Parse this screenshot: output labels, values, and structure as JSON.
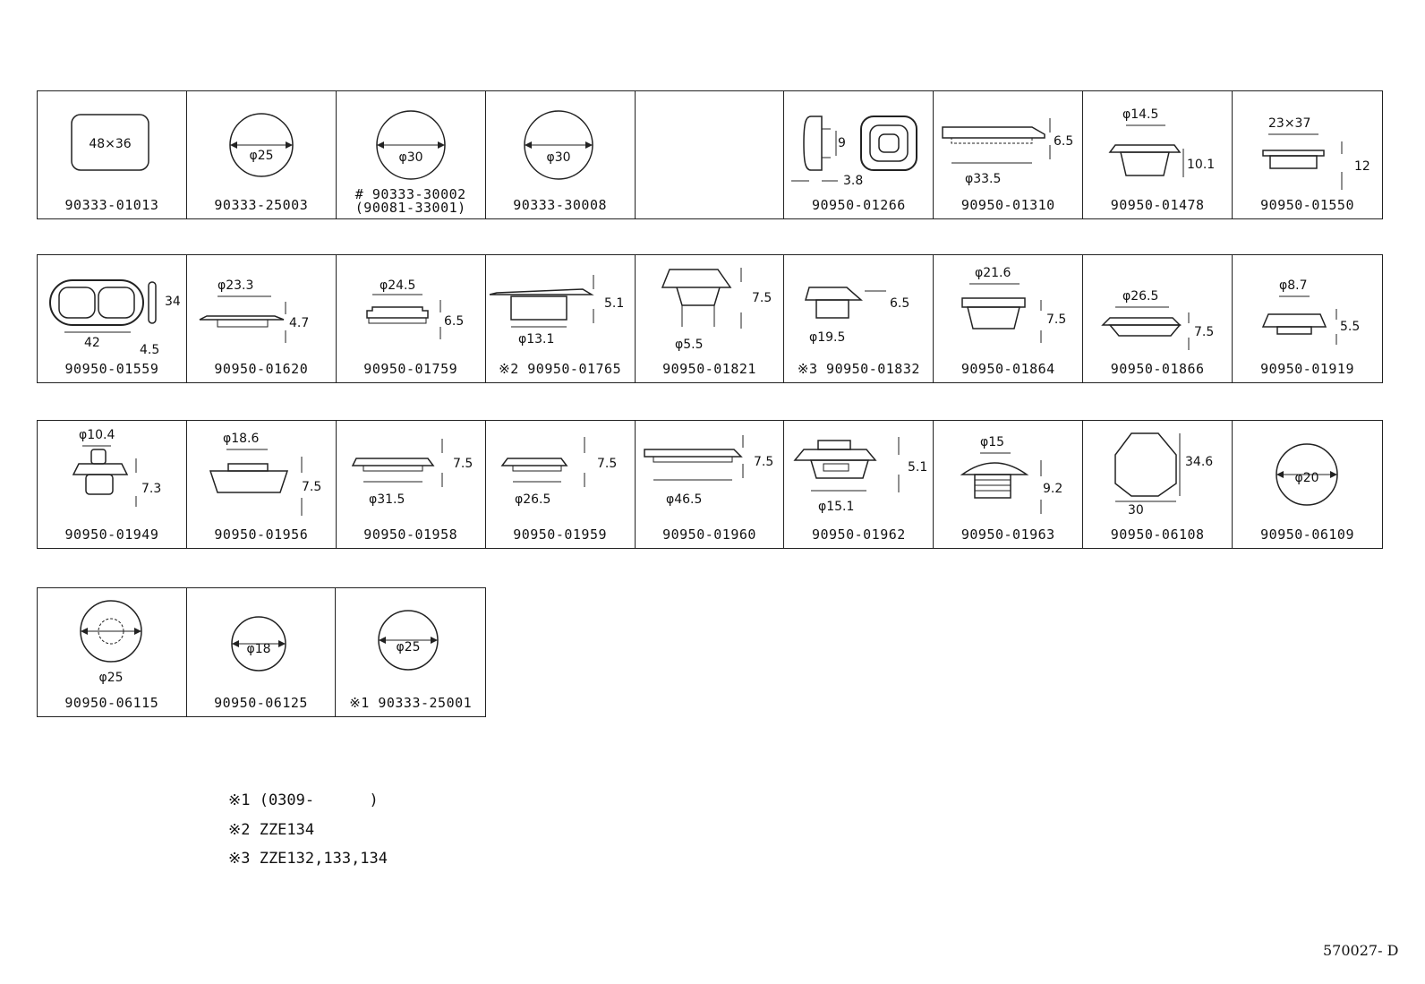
{
  "rows": [
    {
      "cells": [
        {
          "part": "90333-01013",
          "dims": [
            "48×36"
          ]
        },
        {
          "part": "90333-25003",
          "dims": [
            "φ25"
          ]
        },
        {
          "part": "# 90333-30002",
          "part2": "(90081-33001)",
          "dims": [
            "φ30"
          ]
        },
        {
          "part": "90333-30008",
          "dims": [
            "φ30"
          ]
        },
        {
          "part": "",
          "dims": []
        },
        {
          "part": "90950-01266",
          "dims": [
            "9",
            "3.8"
          ]
        },
        {
          "part": "90950-01310",
          "dims": [
            "6.5",
            "φ33.5"
          ]
        },
        {
          "part": "90950-01478",
          "dims": [
            "φ14.5",
            "10.1"
          ]
        },
        {
          "part": "90950-01550",
          "dims": [
            "23×37",
            "12"
          ]
        }
      ]
    },
    {
      "cells": [
        {
          "part": "90950-01559",
          "dims": [
            "34",
            "42",
            "4.5"
          ]
        },
        {
          "part": "90950-01620",
          "dims": [
            "φ23.3",
            "4.7"
          ]
        },
        {
          "part": "90950-01759",
          "dims": [
            "φ24.5",
            "6.5"
          ]
        },
        {
          "part": "※2 90950-01765",
          "dims": [
            "5.1",
            "φ13.1"
          ]
        },
        {
          "part": "90950-01821",
          "dims": [
            "7.5",
            "φ5.5"
          ]
        },
        {
          "part": "※3 90950-01832",
          "dims": [
            "6.5",
            "φ19.5"
          ]
        },
        {
          "part": "90950-01864",
          "dims": [
            "φ21.6",
            "7.5"
          ]
        },
        {
          "part": "90950-01866",
          "dims": [
            "φ26.5",
            "7.5"
          ]
        },
        {
          "part": "90950-01919",
          "dims": [
            "φ8.7",
            "5.5"
          ]
        }
      ]
    },
    {
      "cells": [
        {
          "part": "90950-01949",
          "dims": [
            "φ10.4",
            "7.3"
          ]
        },
        {
          "part": "90950-01956",
          "dims": [
            "φ18.6",
            "7.5"
          ]
        },
        {
          "part": "90950-01958",
          "dims": [
            "7.5",
            "φ31.5"
          ]
        },
        {
          "part": "90950-01959",
          "dims": [
            "7.5",
            "φ26.5"
          ]
        },
        {
          "part": "90950-01960",
          "dims": [
            "7.5",
            "φ46.5"
          ]
        },
        {
          "part": "90950-01962",
          "dims": [
            "5.1",
            "φ15.1"
          ]
        },
        {
          "part": "90950-01963",
          "dims": [
            "φ15",
            "9.2"
          ]
        },
        {
          "part": "90950-06108",
          "dims": [
            "34.6",
            "30"
          ]
        },
        {
          "part": "90950-06109",
          "dims": [
            "φ20"
          ]
        }
      ]
    },
    {
      "cells": [
        {
          "part": "90950-06115",
          "dims": [
            "φ25"
          ]
        },
        {
          "part": "90950-06125",
          "dims": [
            "φ18"
          ]
        },
        {
          "part": "※1 90333-25001",
          "dims": [
            "φ25"
          ]
        }
      ]
    }
  ],
  "notes": [
    "※1 (0309-      )",
    "※2 ZZE134",
    "※3 ZZE132,133,134"
  ],
  "page_code": "570027- D"
}
